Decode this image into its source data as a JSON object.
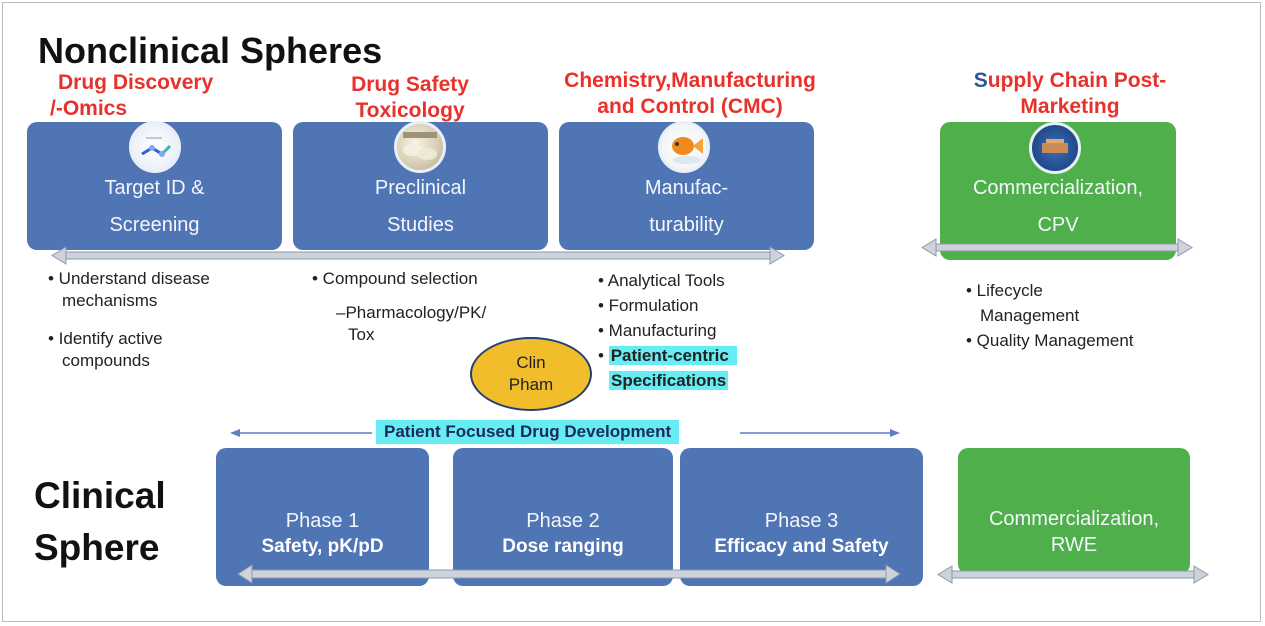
{
  "nonclinical_title": "Nonclinical Spheres",
  "clinical_title_line1": "Clinical",
  "clinical_title_line2": "Sphere",
  "headers": {
    "discovery": [
      "Drug Discovery",
      "/-Omics"
    ],
    "safety": [
      "Drug Safety",
      "Toxicology"
    ],
    "cmc": [
      "Chemistry,Manufacturing",
      "and Control (CMC)"
    ],
    "supply_first_letter": "S",
    "supply_rest": "upply Chain Post-",
    "supply_line2": "Marketing"
  },
  "boxes": {
    "target": [
      "Target ID &",
      "Screening"
    ],
    "preclinical": [
      "Preclinical",
      "Studies"
    ],
    "manufact": [
      "Manufac-",
      "turability"
    ],
    "commercial_cpv": [
      "Commercialization,",
      "CPV"
    ]
  },
  "bullets": {
    "discovery": [
      "• Understand disease",
      "mechanisms",
      "• Identify active",
      "compounds"
    ],
    "safety": [
      "• Compound selection",
      "–Pharmacology/PK/",
      "Tox"
    ],
    "cmc": [
      "• Analytical Tools",
      "• Formulation",
      "• Manufacturing",
      "•",
      "Patient-centric",
      "Specifications"
    ],
    "supply": [
      "• Lifecycle",
      "Management",
      "• Quality Management"
    ]
  },
  "clin_pham": [
    "Clin",
    "Pham"
  ],
  "pfdd_label": "Patient Focused Drug Development",
  "phases": [
    {
      "name": "Phase 1",
      "focus": "Safety, pK/pD"
    },
    {
      "name": "Phase 2",
      "focus": "Dose ranging"
    },
    {
      "name": "Phase 3",
      "focus": "Efficacy and Safety"
    }
  ],
  "commercial_rwe": [
    "Commercialization,",
    "RWE"
  ],
  "colors": {
    "box_blue": "#4f75b5",
    "box_green": "#4fb04b",
    "header_red": "#e8312b",
    "supply_s_blue": "#2f5597",
    "highlight_cyan": "#66ecf3",
    "clin_pham_fill": "#f2bd2a"
  },
  "icons": [
    "molecule-icon",
    "lab-rats-icon",
    "goldfish-icon",
    "supply-chain-icon"
  ]
}
